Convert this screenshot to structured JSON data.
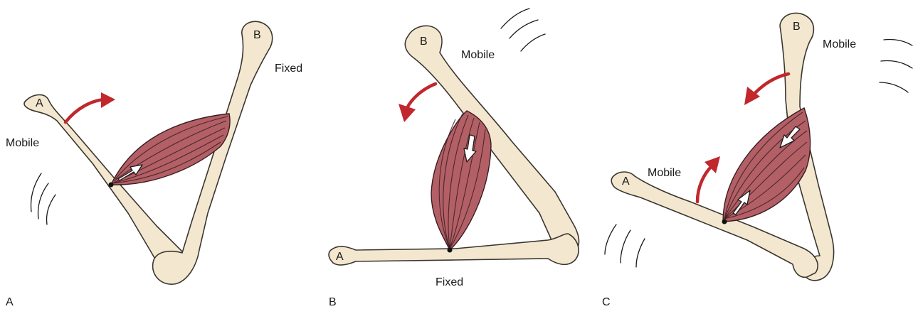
{
  "panels": [
    {
      "letter": "A",
      "end_a": "A",
      "end_b": "B",
      "mobile": "Mobile",
      "fixed": "Fixed"
    },
    {
      "letter": "B",
      "end_a": "A",
      "end_b": "B",
      "mobile": "Mobile",
      "fixed": "Fixed"
    },
    {
      "letter": "C",
      "end_a": "A",
      "end_b": "B",
      "mobile": "Mobile",
      "mobile2": "Mobile"
    }
  ],
  "colors": {
    "bone": "#f3e7cf",
    "muscle": "#b35f66",
    "arrow": "#c1272d"
  }
}
